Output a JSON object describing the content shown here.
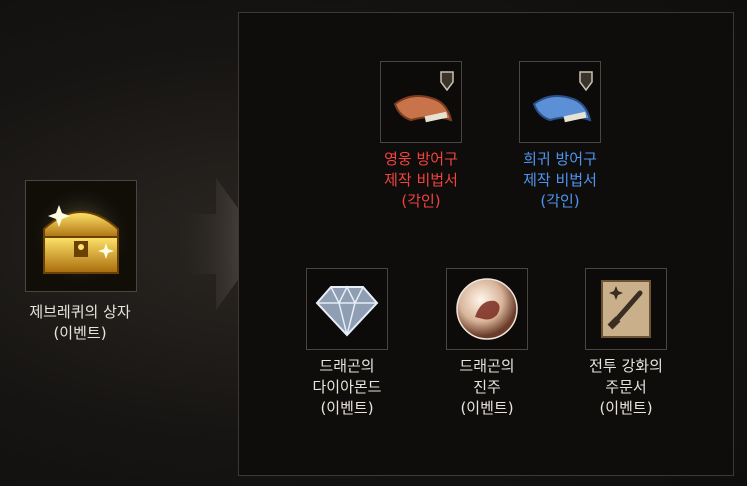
{
  "source": {
    "icon": "golden-treasure-chest-icon",
    "name": "제브레퀴의 상자\n(이벤트)"
  },
  "rewards": [
    {
      "icon": "hero-armor-scroll-icon",
      "name": "영웅 방어구\n제작 비법서\n(각인)",
      "color": "#f2433e",
      "badge": "shield-icon"
    },
    {
      "icon": "rare-armor-scroll-icon",
      "name": "희귀 방어구\n제작 비법서\n(각인)",
      "color": "#4f95f0",
      "badge": "shield-icon"
    },
    {
      "icon": "dragon-diamond-icon",
      "name": "드래곤의\n다이아몬드\n(이벤트)"
    },
    {
      "icon": "dragon-pearl-icon",
      "name": "드래곤의\n진주\n(이벤트)"
    },
    {
      "icon": "combat-enhance-scroll-icon",
      "name": "전투 강화의\n주문서\n(이벤트)"
    }
  ]
}
